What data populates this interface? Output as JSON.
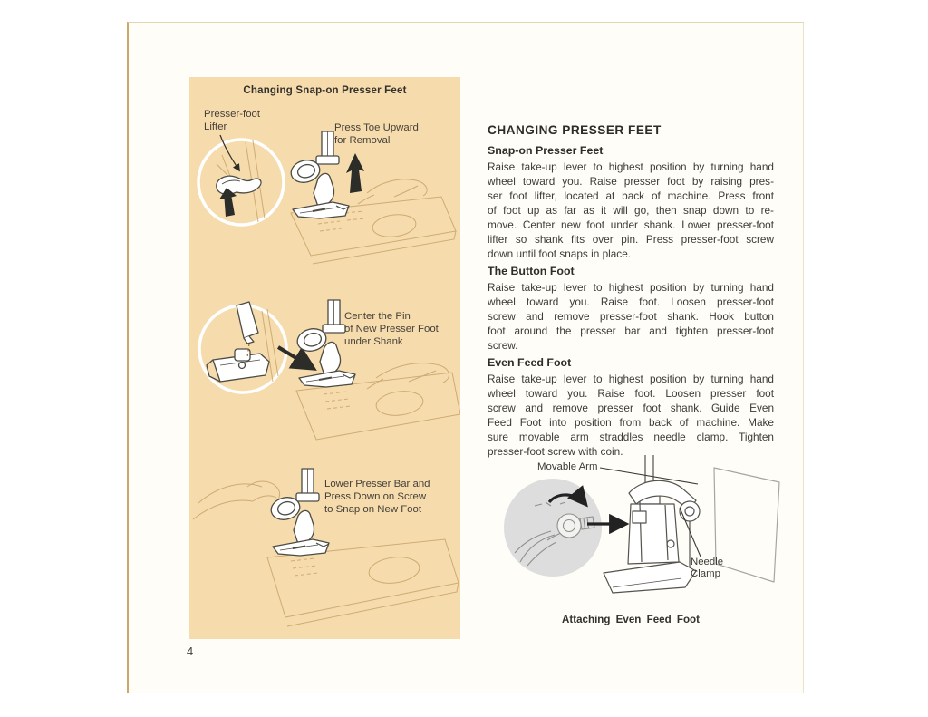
{
  "page": {
    "number": "4"
  },
  "panel": {
    "title": "Changing Snap-on Presser Feet",
    "step1": {
      "lifter_label": "Presser-foot\nLifter",
      "caption": "Press Toe Upward\nfor Removal"
    },
    "step2": {
      "caption": "Center the Pin\nof New Presser Foot\nunder Shank"
    },
    "step3": {
      "caption": "Lower Presser Bar and\nPress Down on Screw\nto Snap on New Foot"
    }
  },
  "article": {
    "heading": "CHANGING PRESSER FEET",
    "sections": [
      {
        "title": "Snap-on Presser Feet",
        "body": "Raise take-up lever to highest position by turning hand\nwheel toward you. Raise presser foot by raising pres-\nser foot lifter, located at back of machine. Press front\nof foot up as far as it will go, then snap down to re-\nmove. Center new foot under shank. Lower presser-foot\nlifter so shank fits over pin. Press presser-foot screw",
        "last": "down until foot snaps in place."
      },
      {
        "title": "The Button Foot",
        "body": "Raise take-up lever to highest position by turning hand\nwheel toward you. Raise foot. Loosen presser-foot\nscrew and remove presser-foot shank. Hook button\nfoot around the presser bar and tighten presser-foot",
        "last": "screw."
      },
      {
        "title": "Even Feed Foot",
        "body": "Raise take-up lever to highest position by turning hand\nwheel toward you. Raise foot. Loosen presser foot\nscrew and remove presser foot shank. Guide Even\nFeed Foot into position from back of machine. Make\nsure movable arm straddles needle clamp. Tighten",
        "last": "presser-foot screw with coin."
      }
    ],
    "figure": {
      "movable_arm_label": "Movable Arm",
      "needle_clamp_label": "Needle\nClamp",
      "caption": "Attaching Even Feed Foot"
    }
  },
  "colors": {
    "panel_bg": "#f6dbac",
    "page_bg": "#fffdf8",
    "page_edge": "#cda76a",
    "ink": "#3a3a36",
    "sketch_tan": "#bf9a5d",
    "inset_circle_gray": "#dddddd"
  }
}
